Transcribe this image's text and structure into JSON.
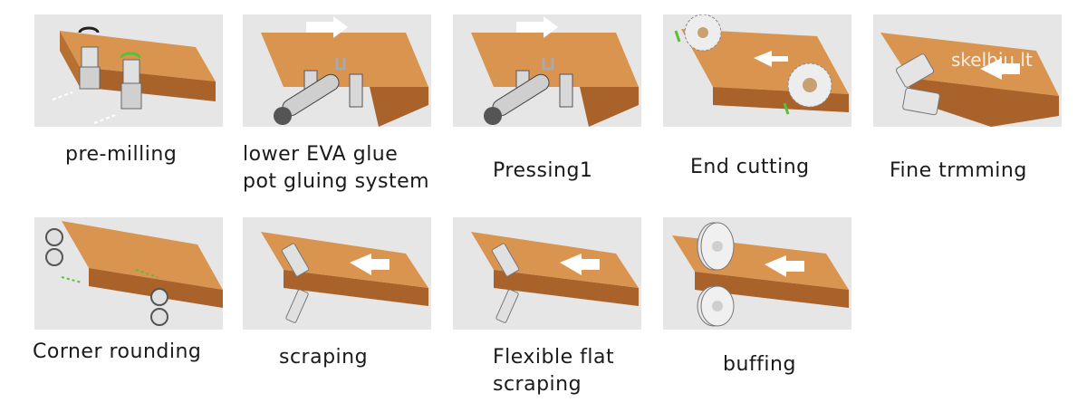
{
  "steps": [
    {
      "label": "pre-milling"
    },
    {
      "label": "lower EVA glue\npot gluing system"
    },
    {
      "label": "Pressing1"
    },
    {
      "label": "End cutting"
    },
    {
      "label": "Fine trmming"
    },
    {
      "label": "Corner rounding"
    },
    {
      "label": "scraping"
    },
    {
      "label": "Flexible flat\nscraping"
    },
    {
      "label": "buffing"
    }
  ],
  "watermark": "skelbiu.lt",
  "colors": {
    "panel_bg": "#e6e6e6",
    "wood_top": "#d9944f",
    "wood_side": "#a8622a",
    "arrow": "#ffffff",
    "tool": "#d8d8d8",
    "accent_green": "#5bbf3a"
  }
}
